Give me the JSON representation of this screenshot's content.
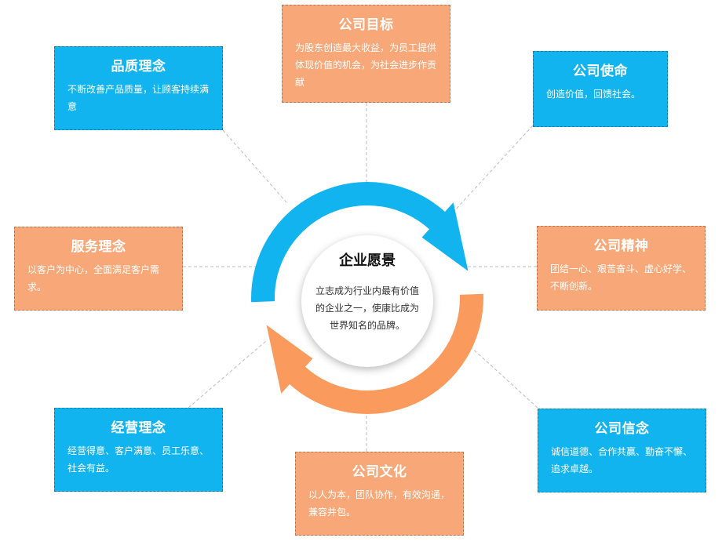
{
  "center": {
    "title": "企业愿景",
    "text": "立志成为行业内最有价值的企业之一，使康比成为世界知名的品牌。"
  },
  "nodes": {
    "goal": {
      "title": "公司目标",
      "text": "为股东创造最大收益，为员工提供体现价值的机会，为社会进步作贡献",
      "color": "orange"
    },
    "mission": {
      "title": "公司使命",
      "text": "创造价值，回馈社会。",
      "color": "blue"
    },
    "spirit": {
      "title": "公司精神",
      "text": "团结一心、艰苦奋斗、虚心好学、不断创新。",
      "color": "orange"
    },
    "belief": {
      "title": "公司信念",
      "text": "诚信道德、合作共赢、勤奋不懈、追求卓越。",
      "color": "blue"
    },
    "culture": {
      "title": "公司文化",
      "text": "以人为本，团队协作，有效沟通，兼容并包。",
      "color": "orange"
    },
    "operation": {
      "title": "经营理念",
      "text": "经营得意、客户满意、员工乐意、社会有益。",
      "color": "blue"
    },
    "service": {
      "title": "服务理念",
      "text": "以客户为中心，全面满足客户需求。",
      "color": "orange"
    },
    "quality": {
      "title": "品质理念",
      "text": "不断改善产品质量，让顾客持续满意",
      "color": "blue"
    }
  },
  "colors": {
    "blue": "#12b4ef",
    "orange": "#f8a878",
    "arrow_blue": "#12b4ef",
    "arrow_orange": "#fa9a5c",
    "connector": "#bbbbbb"
  }
}
